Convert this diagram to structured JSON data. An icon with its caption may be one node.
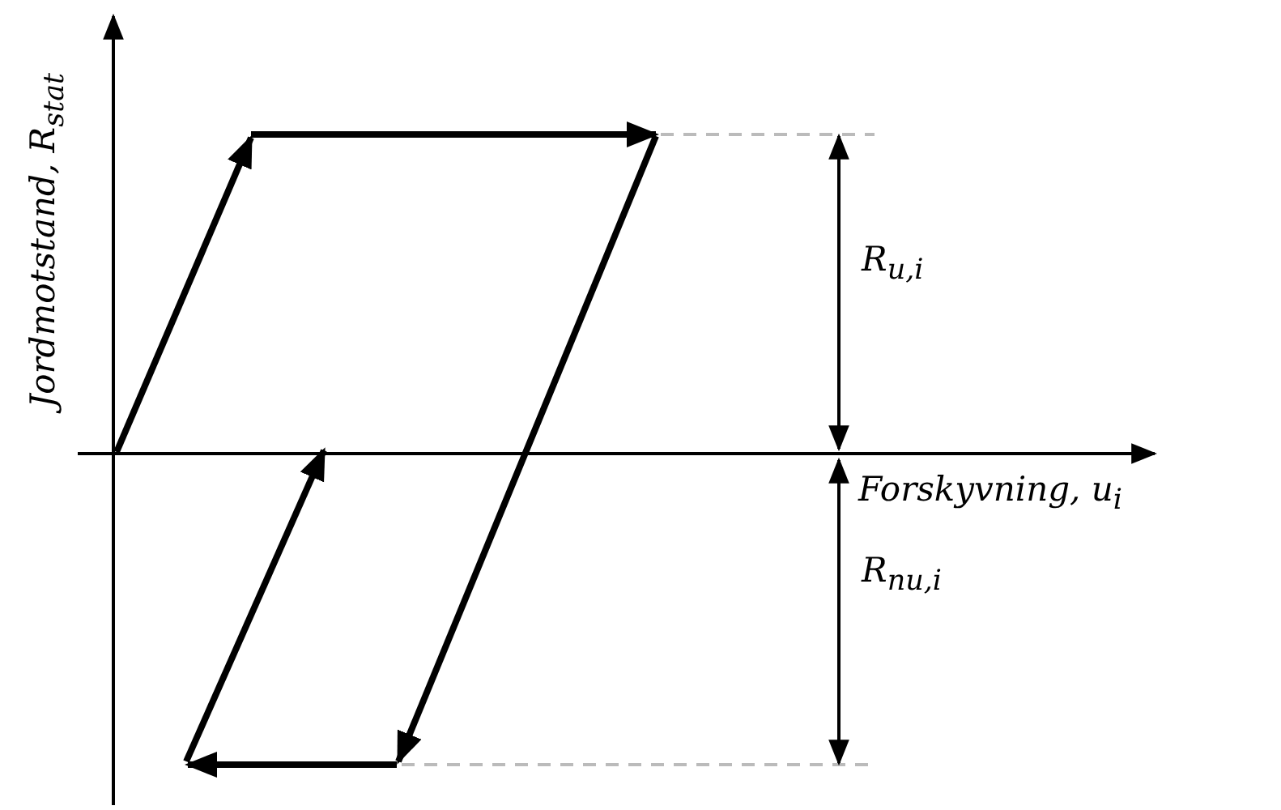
{
  "diagram": {
    "labels": [
      "Jordmotstand, R$_{stat}$",
      "Forskyvning, u$_{i}$",
      "R$_{u,i}$",
      "R$_{nu,i}$"
    ]
  }
}
